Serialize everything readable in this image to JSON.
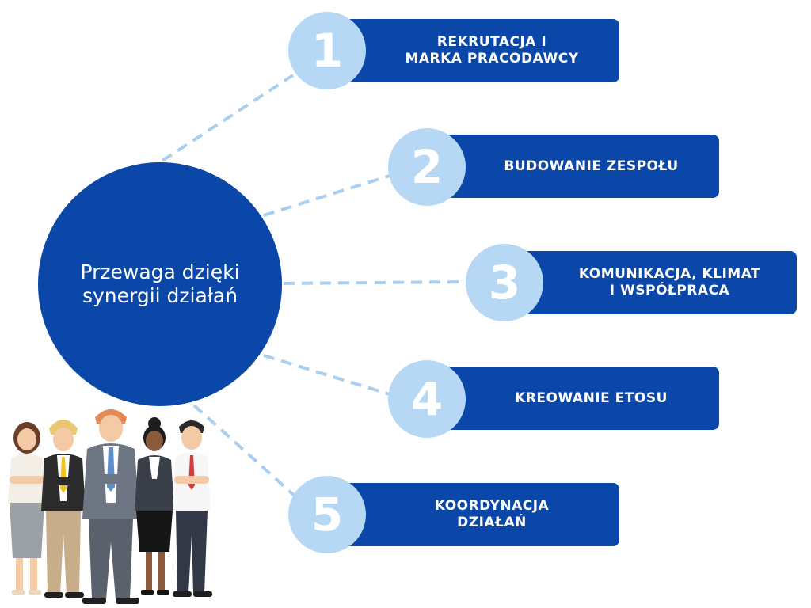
{
  "hub": {
    "text": "Przewaga dzięki\nsynergii działań"
  },
  "steps": [
    {
      "number": "1",
      "label": "REKRUTACJA I\nMARKA PRACODAWCY"
    },
    {
      "number": "2",
      "label": "BUDOWANIE ZESPOŁU"
    },
    {
      "number": "3",
      "label": "KOMUNIKACJA, KLIMAT\nI WSPÓŁPRACA"
    },
    {
      "number": "4",
      "label": "KREOWANIE ETOSU"
    },
    {
      "number": "5",
      "label": "KOORDYNACJA\nDZIAŁAŃ"
    }
  ],
  "colors": {
    "primary": "#0a47a8",
    "accent": "#b6d8f5",
    "connector": "#a9cff0"
  },
  "illustration": {
    "name": "group-of-business-people"
  }
}
